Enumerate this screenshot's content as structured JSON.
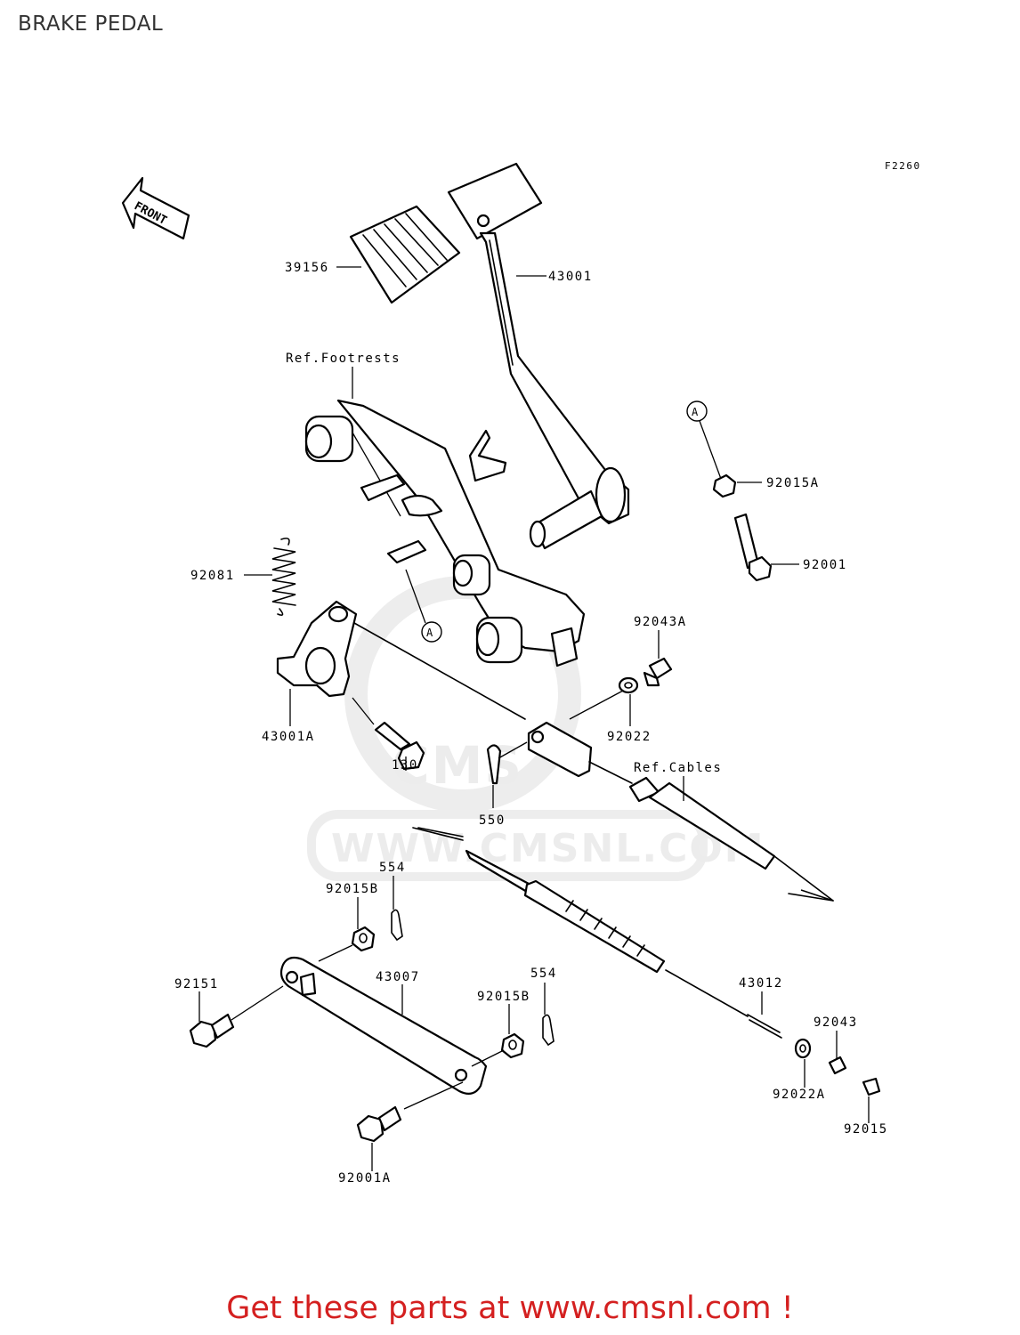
{
  "page": {
    "title": "BRAKE PEDAL",
    "footer": "Get these parts at www.cmsnl.com !",
    "accent_color": "#d42020"
  },
  "diagram": {
    "figure_code": "F2260",
    "front_arrow_label": "FRONT",
    "watermark": {
      "logo": "CMS",
      "site": "WWW.CMSNL.COM"
    },
    "reference_marker": "A",
    "notes": {
      "footrests": "Ref.Footrests",
      "cables": "Ref.Cables"
    },
    "labels": {
      "p39156": "39156",
      "p43001": "43001",
      "p92015A": "92015A",
      "p92001": "92001",
      "p92081": "92081",
      "p92043A": "92043A",
      "p92022": "92022",
      "p43001A": "43001A",
      "p130": "130",
      "p550": "550",
      "p554_left": "554",
      "p92015B_left": "92015B",
      "p92151": "92151",
      "p43007": "43007",
      "p554_right": "554",
      "p92015B_right": "92015B",
      "p43012": "43012",
      "p92043": "92043",
      "p92022A": "92022A",
      "p92015": "92015",
      "p92001A": "92001A"
    }
  }
}
